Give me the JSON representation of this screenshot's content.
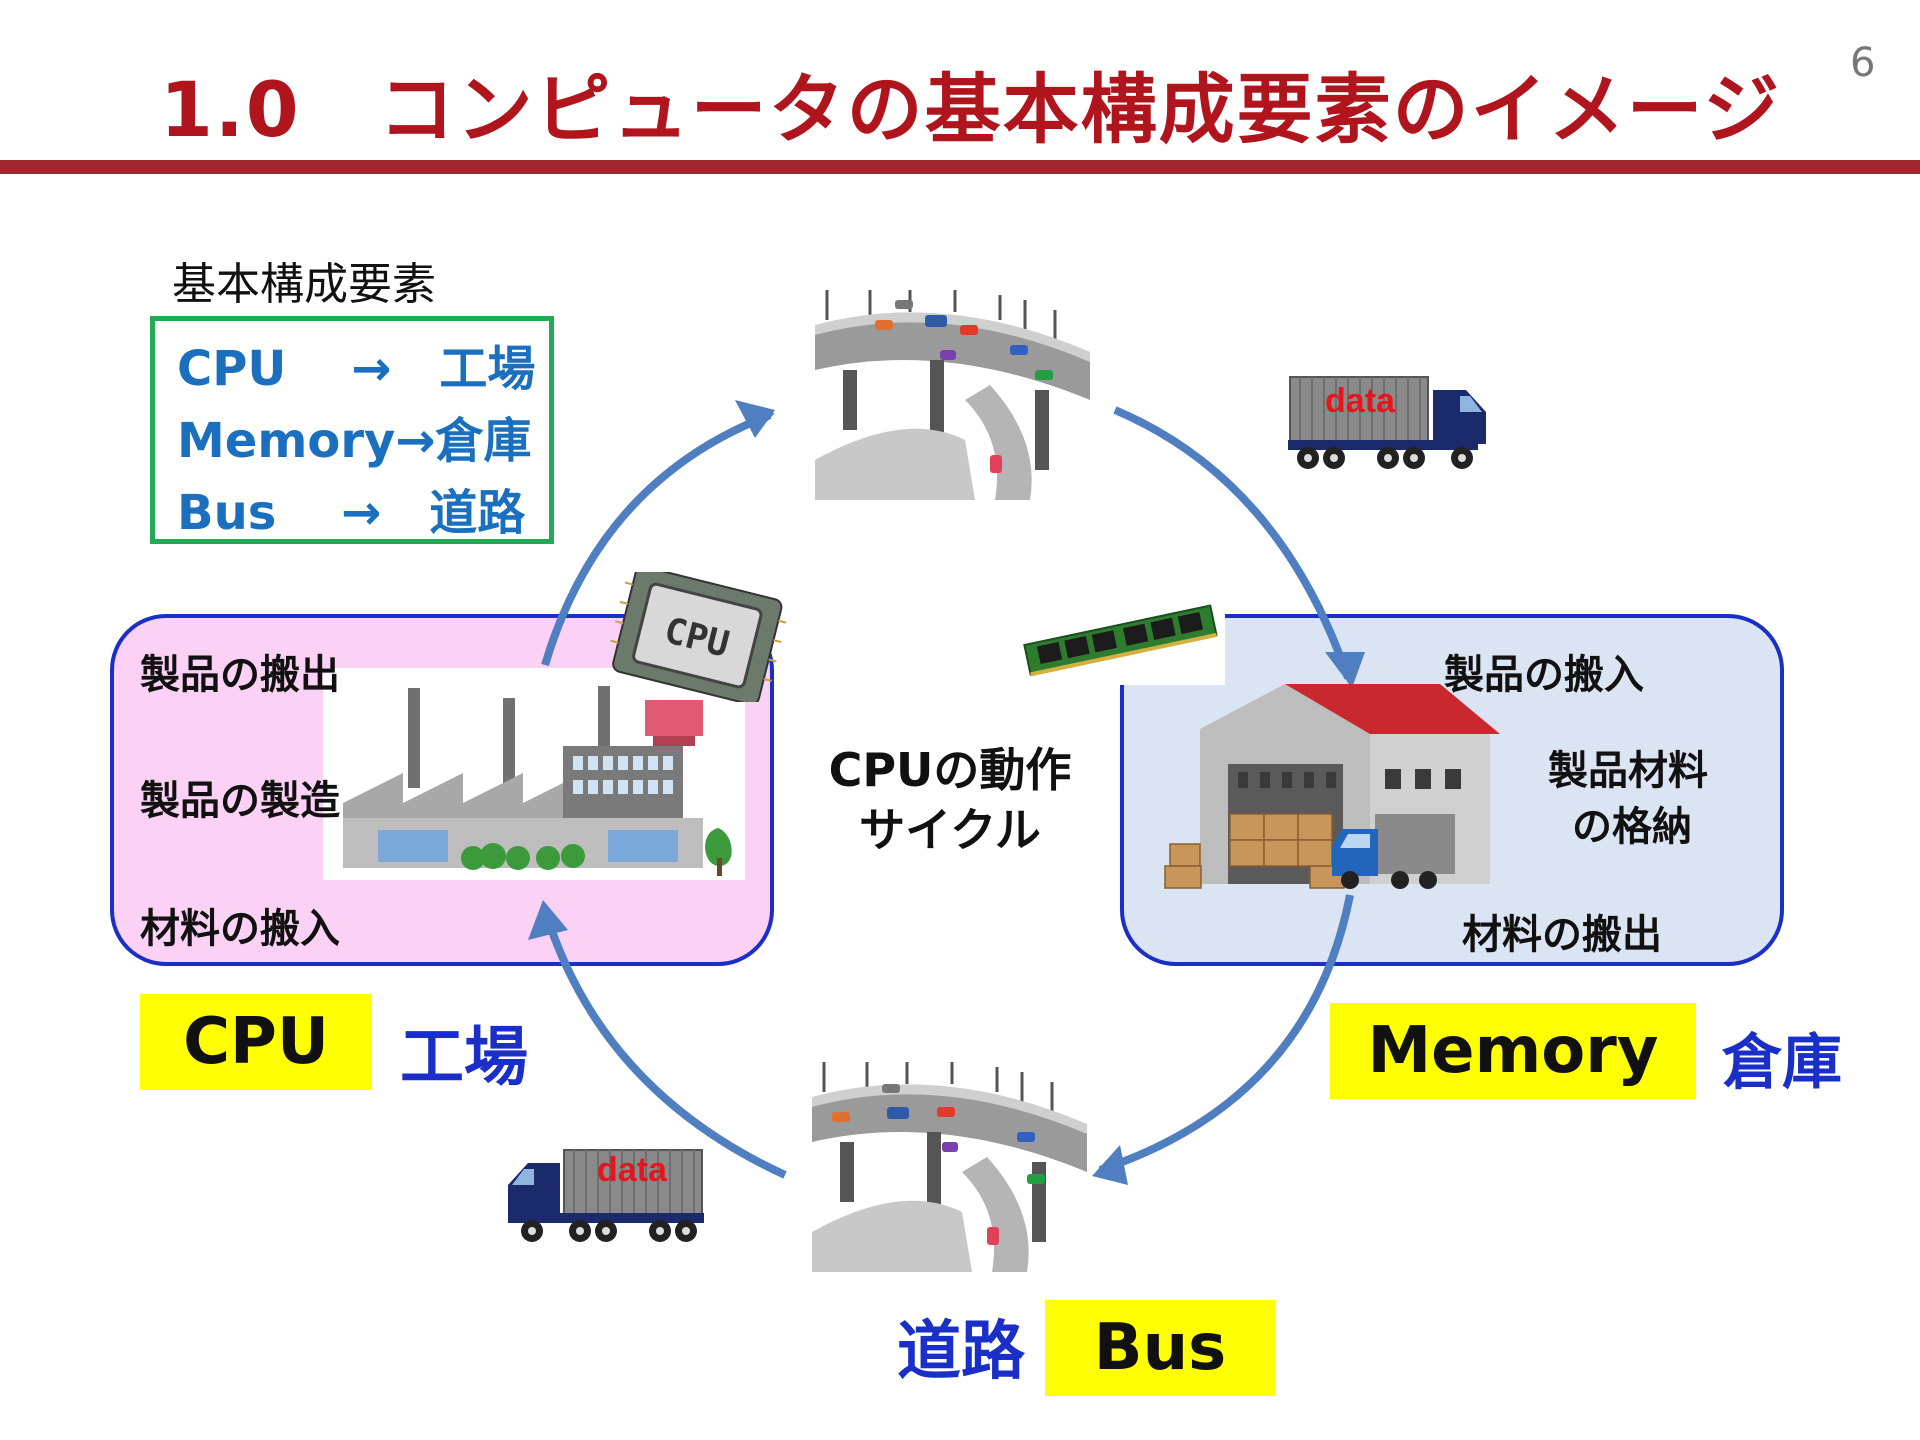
{
  "title": "1.0　コンピュータの基本構成要素のイメージ",
  "page_number": "6",
  "legend": {
    "heading": "基本構成要素",
    "lines": [
      "CPU　 →　工場",
      "Memory→倉庫",
      "Bus　 →　道路"
    ]
  },
  "cpu_panel": {
    "labels": [
      "製品の搬出",
      "製品の製造",
      "材料の搬入"
    ],
    "chip_text": "CPU"
  },
  "memory_panel": {
    "labels": [
      "製品の搬入",
      "製品材料",
      "の格納",
      "材料の搬出"
    ]
  },
  "center_label": [
    "CPUの動作",
    "サイクル"
  ],
  "truck_cargo_label": "data",
  "tags": {
    "cpu": "CPU",
    "cpu_jp": "工場",
    "memory": "Memory",
    "memory_jp": "倉庫",
    "bus": "Bus",
    "bus_jp": "道路"
  },
  "colors": {
    "title": "#b0141c",
    "rule": "#a0262e",
    "legend_text": "#1a6fbf",
    "legend_border": "#22aa55",
    "cpu_panel": "#fbd1f5",
    "memory_panel": "#dbe4f2",
    "panel_border": "#1a2fc8",
    "arrow": "#4f7fc0",
    "highlight": "#ffff00",
    "accent_blue": "#1a2fc8"
  }
}
